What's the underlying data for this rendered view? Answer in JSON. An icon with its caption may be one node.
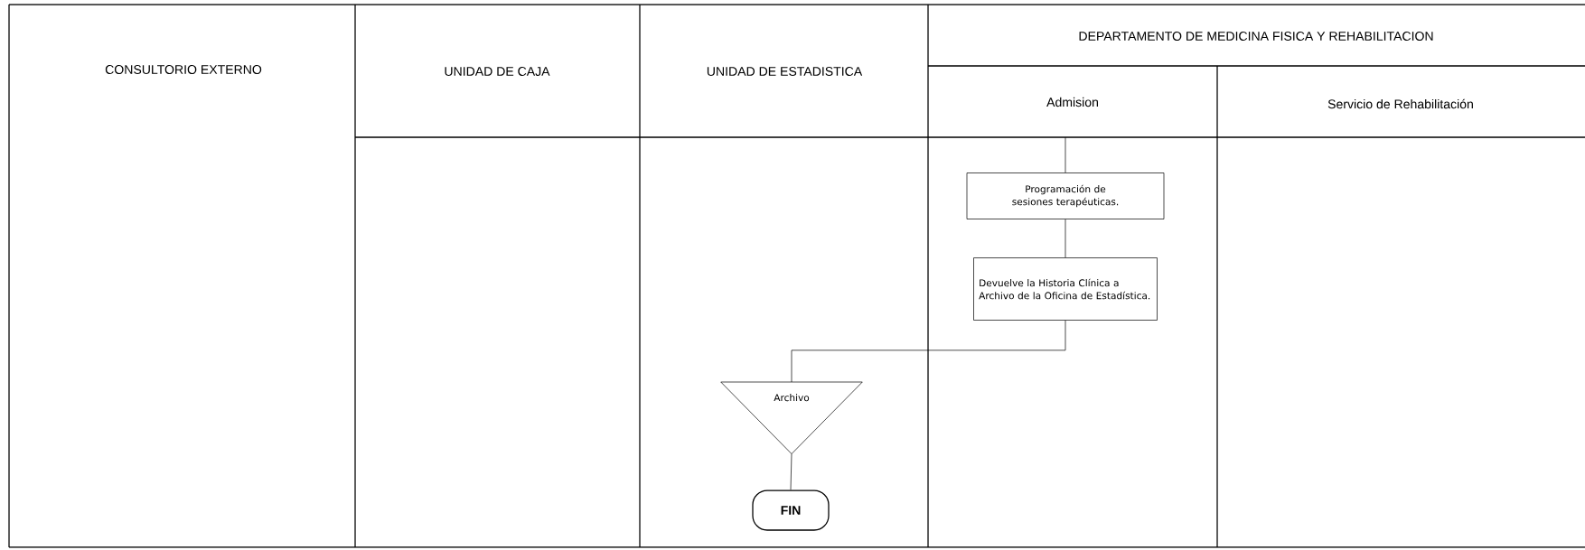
{
  "diagram": {
    "nodes": [
      {
        "text": [
          "Programación de sesiones terapéuticas."
        ]
      },
      {
        "text": [
          "Devuelve la Historia Clínica a Archivo de la Oficina de Estadística."
        ]
      },
      {
        "text": [
          "Archivo"
        ]
      },
      {
        "text": [
          "FIN"
        ]
      }
    ],
    "edges": [
      {
        "from": null,
        "to": 0,
        "arrow": "none"
      },
      {
        "from": 0,
        "to": 1,
        "arrow": "none"
      },
      {
        "from": 1,
        "to": 2,
        "arrow": "none"
      },
      {
        "from": 2,
        "to": 3,
        "arrow": "none"
      }
    ],
    "labels": [
      "CONSULTORIO EXTERNO",
      "UNIDAD DE CAJA",
      "UNIDAD DE ESTADISTICA",
      "DEPARTAMENTO DE MEDICINA FISICA Y REHABILITACION",
      "Admision",
      "Servicio de Rehabilitación"
    ]
  }
}
